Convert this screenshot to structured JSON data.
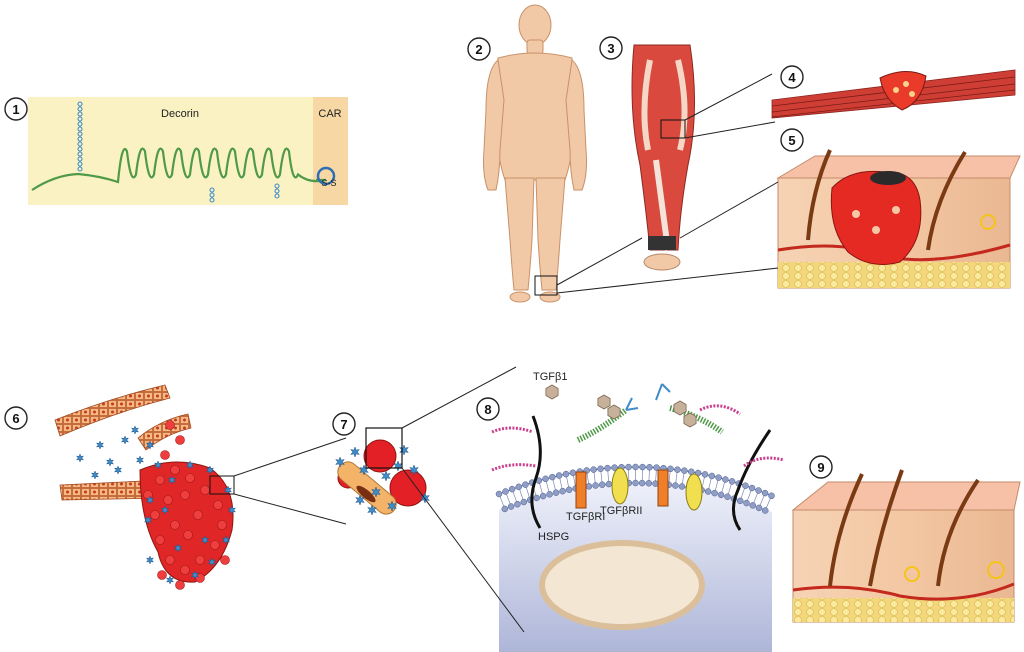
{
  "panels": [
    {
      "number": "1"
    },
    {
      "number": "2"
    },
    {
      "number": "3"
    },
    {
      "number": "4"
    },
    {
      "number": "5"
    },
    {
      "number": "6"
    },
    {
      "number": "7"
    },
    {
      "number": "8"
    },
    {
      "number": "9"
    }
  ],
  "labels": {
    "decorin": "Decorin",
    "car": "CAR",
    "ss": "S-S",
    "tgfb1": "TGFβ1",
    "hspg": "HSPG",
    "tgfbr1": "TGFβRI",
    "tgfbr2": "TGFβRII"
  },
  "colors": {
    "decorin_box": "#fbf2c4",
    "car_box": "#f7d8a4",
    "decorin_strand": "#4f9a47",
    "gag_chain": "#3f8cc7",
    "skin": "#f2c9a6",
    "muscle": "#d9493e",
    "tumor": "#e02626",
    "epidermis": "#f4b79c",
    "fat": "#f3dc86",
    "vessel": "#c4291d",
    "membrane": "#8f9ec4",
    "tgfbr1_color": "#ef7f28",
    "tgfbr2_color": "#f1df50",
    "ligand": "#c8b19b",
    "hspg_chain": "#111111",
    "sulfate_chain": "#cc3d8e",
    "nucleus": "#f3e6d3"
  }
}
